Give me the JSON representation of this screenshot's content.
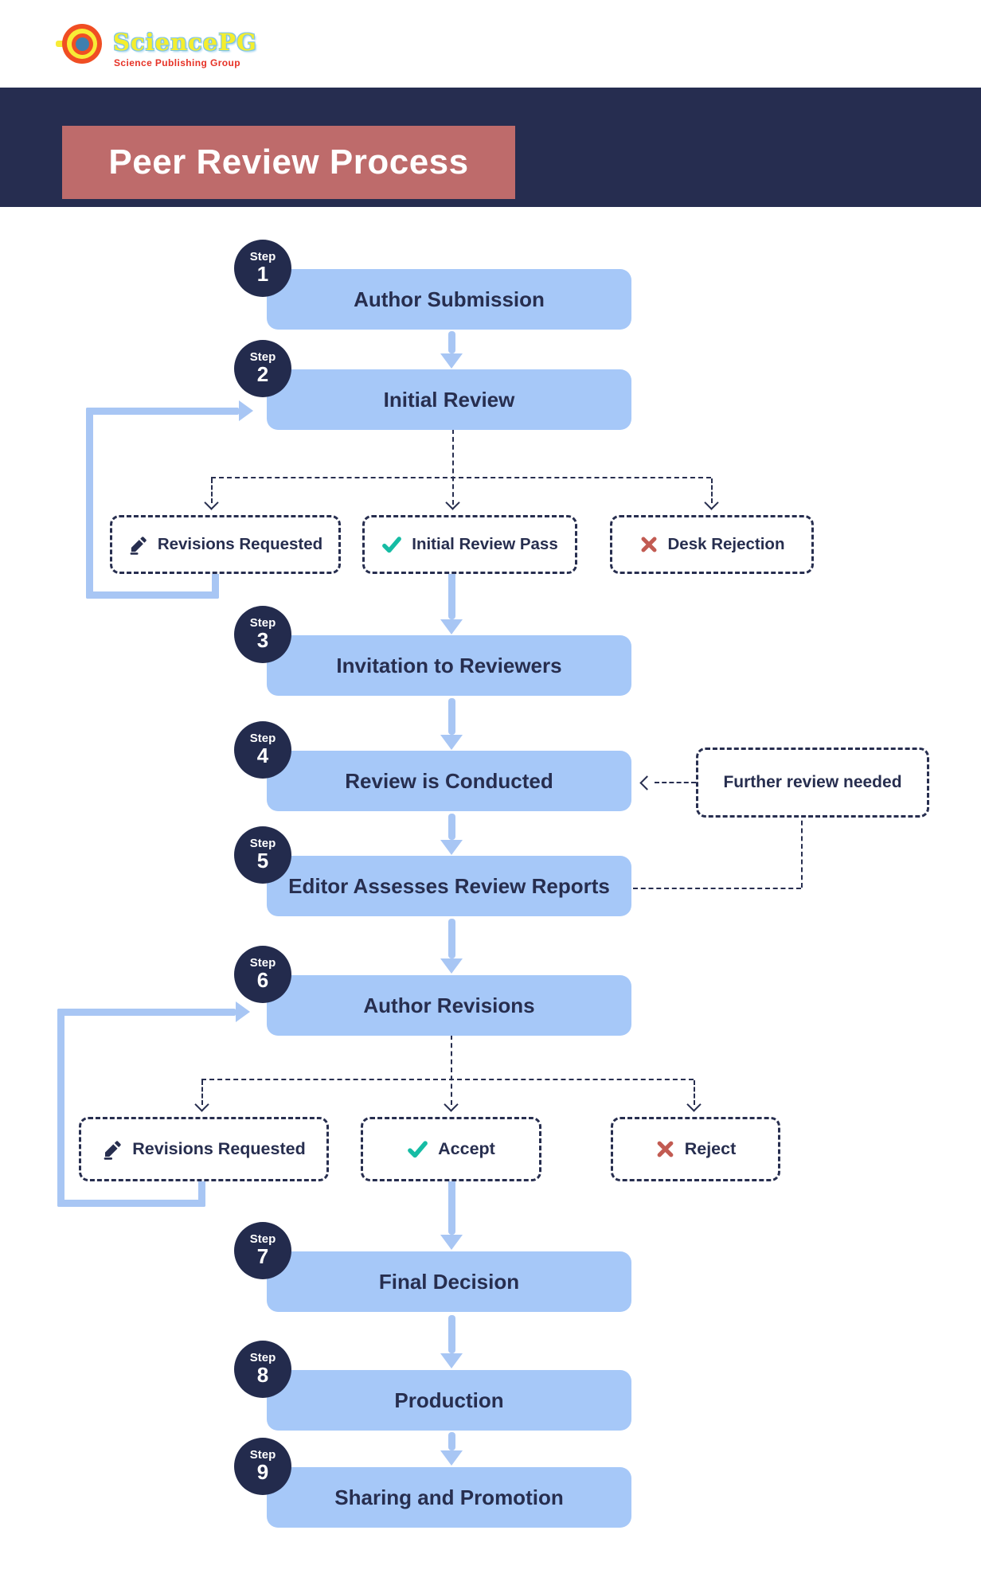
{
  "brand": {
    "name": "SciencePG",
    "tagline": "Science Publishing Group",
    "logo_icon": "sciencepg-logo-icon"
  },
  "title": "Peer Review Process",
  "steps": [
    {
      "word": "Step",
      "num": "1",
      "label": "Author Submission"
    },
    {
      "word": "Step",
      "num": "2",
      "label": "Initial Review"
    },
    {
      "word": "Step",
      "num": "3",
      "label": "Invitation to Reviewers"
    },
    {
      "word": "Step",
      "num": "4",
      "label": "Review is Conducted"
    },
    {
      "word": "Step",
      "num": "5",
      "label": "Editor Assesses Review Reports"
    },
    {
      "word": "Step",
      "num": "6",
      "label": "Author Revisions"
    },
    {
      "word": "Step",
      "num": "7",
      "label": "Final Decision"
    },
    {
      "word": "Step",
      "num": "8",
      "label": "Production"
    },
    {
      "word": "Step",
      "num": "9",
      "label": "Sharing and Promotion"
    }
  ],
  "decision_row1": {
    "items": [
      {
        "icon": "pencil-icon",
        "label": "Revisions Requested"
      },
      {
        "icon": "check-icon",
        "label": "Initial Review Pass"
      },
      {
        "icon": "x-icon",
        "label": "Desk Rejection"
      }
    ]
  },
  "decision_row2": {
    "items": [
      {
        "icon": "pencil-icon",
        "label": "Revisions Requested"
      },
      {
        "icon": "check-icon",
        "label": "Accept"
      },
      {
        "icon": "x-icon",
        "label": "Reject"
      }
    ]
  },
  "side_note": {
    "label": "Further review needed"
  },
  "colors": {
    "navy": "#262d50",
    "title_banner": "#be6b6b",
    "step_box_blue": "#a6c8f8",
    "arrow_blue": "#a8c6f4",
    "check_green": "#16bca4",
    "reject_red": "#c25b52",
    "brand_yellow": "#f5ee2e",
    "brand_red": "#e63226",
    "logo_blue": "#3f7faf"
  }
}
